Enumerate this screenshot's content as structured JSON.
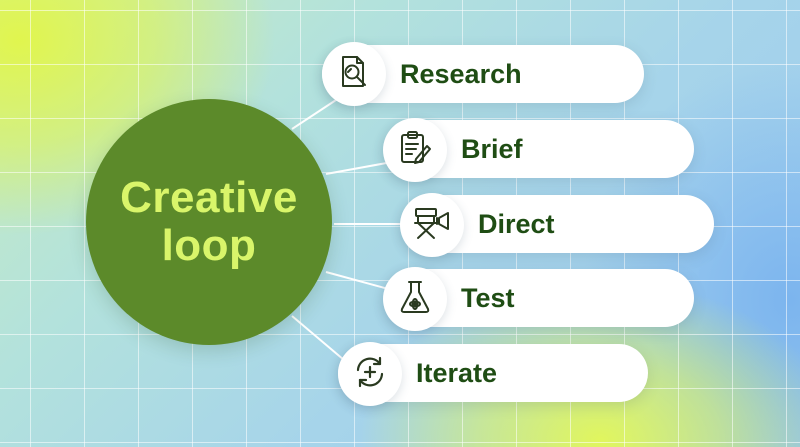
{
  "hub": {
    "line1": "Creative",
    "line2": "loop"
  },
  "steps": [
    {
      "label": "Research",
      "icon": "magnifier-document-icon"
    },
    {
      "label": "Brief",
      "icon": "clipboard-pencil-icon"
    },
    {
      "label": "Direct",
      "icon": "director-chair-megaphone-icon"
    },
    {
      "label": "Test",
      "icon": "flask-icon"
    },
    {
      "label": "Iterate",
      "icon": "refresh-cycle-icon"
    }
  ],
  "colors": {
    "hub_fill": "#5c8a2a",
    "hub_text": "#d9f56a",
    "label_text": "#1f4d14",
    "icon_stroke": "#2a3a20",
    "pill_fill": "#ffffff",
    "connector": "#ffffff"
  }
}
